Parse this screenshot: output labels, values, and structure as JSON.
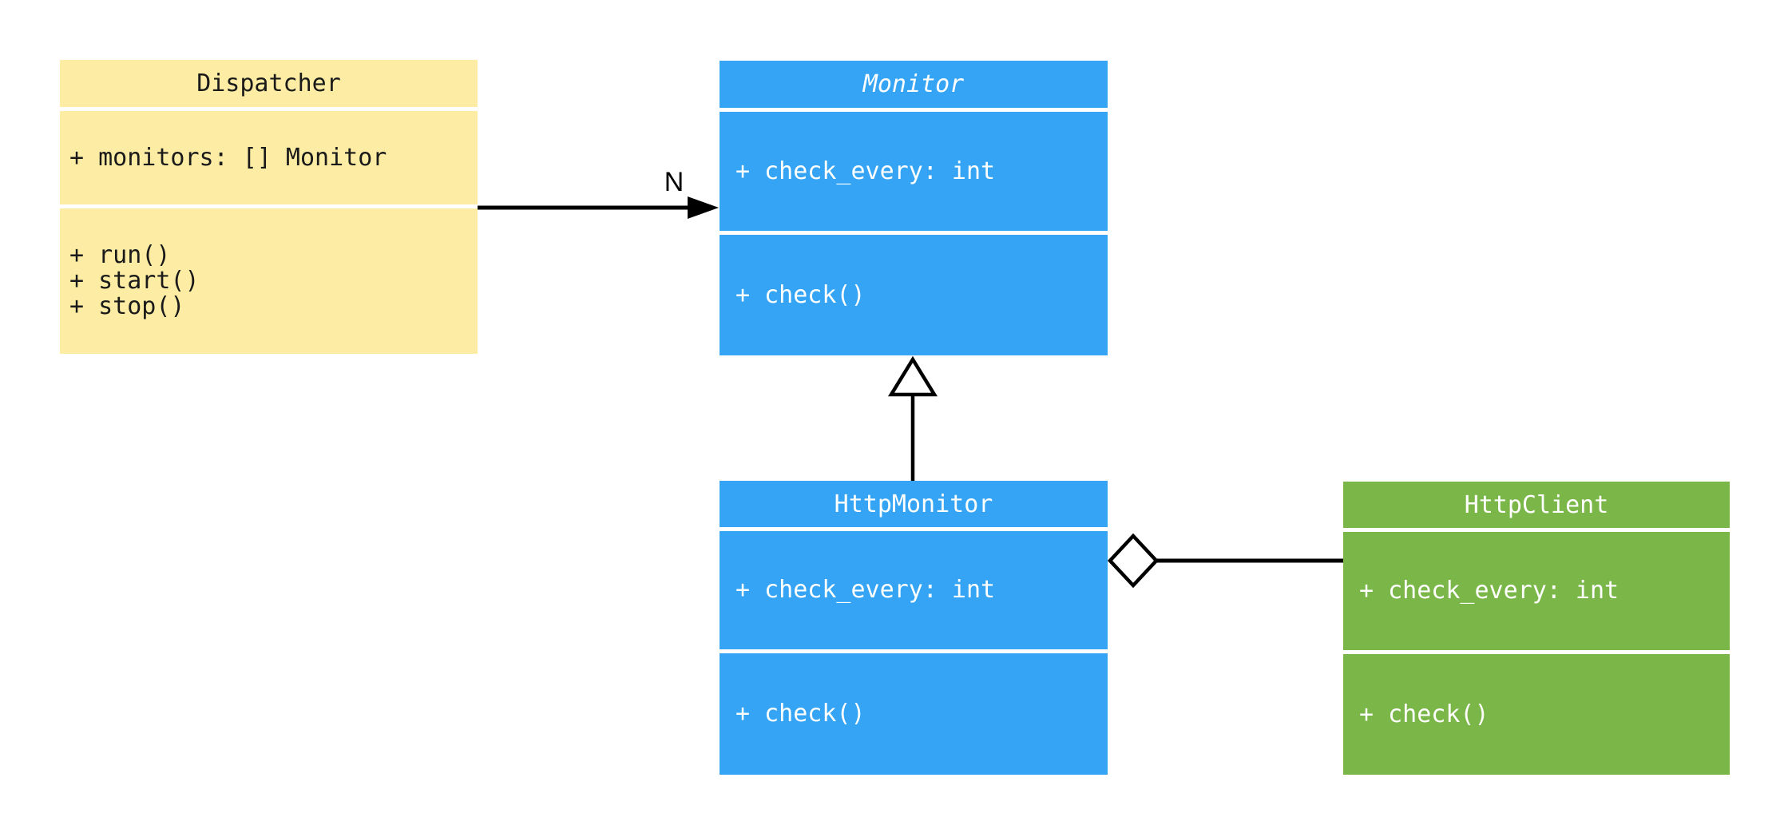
{
  "diagram": {
    "kind": "uml-class-diagram",
    "background_color": "#ffffff",
    "classes": [
      {
        "name": "Dispatcher",
        "abstract": false,
        "fill": "#FDECA4",
        "text_color": "#1a1a1a",
        "attributes": [
          "+ monitors: [] Monitor"
        ],
        "methods": [
          "+ run()",
          "+ start()",
          "+ stop()"
        ]
      },
      {
        "name": "Monitor",
        "abstract": true,
        "fill": "#35A4F4",
        "text_color": "#ffffff",
        "attributes": [
          "+ check_every: int"
        ],
        "methods": [
          "+ check()"
        ]
      },
      {
        "name": "HttpMonitor",
        "abstract": false,
        "fill": "#35A4F4",
        "text_color": "#ffffff",
        "attributes": [
          "+ check_every: int"
        ],
        "methods": [
          "+ check()"
        ]
      },
      {
        "name": "HttpClient",
        "abstract": false,
        "fill": "#7AB648",
        "text_color": "#ffffff",
        "attributes": [
          "+ check_every: int"
        ],
        "methods": [
          "+ check()"
        ]
      }
    ],
    "relationships": [
      {
        "type": "association",
        "from": "Dispatcher",
        "to": "Monitor",
        "label": "N",
        "arrow": "filled-arrowhead",
        "line_color": "#000000"
      },
      {
        "type": "inheritance",
        "from": "HttpMonitor",
        "to": "Monitor",
        "label": "",
        "arrow": "hollow-triangle",
        "line_color": "#000000"
      },
      {
        "type": "aggregation",
        "from": "HttpMonitor",
        "to": "HttpClient",
        "label": "",
        "arrow": "hollow-diamond",
        "line_color": "#000000"
      }
    ]
  }
}
